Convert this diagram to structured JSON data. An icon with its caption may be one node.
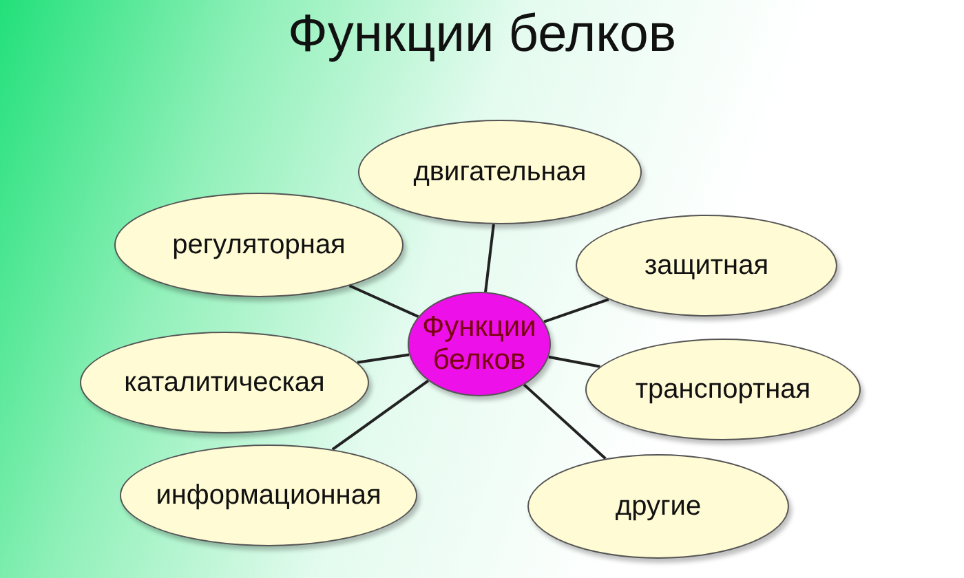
{
  "diagram": {
    "title": "Функции белков",
    "nodes": [
      {
        "text": [
          "Функции белков"
        ]
      },
      {
        "text": [
          "двигательная"
        ]
      },
      {
        "text": [
          "регуляторная"
        ]
      },
      {
        "text": [
          "защитная"
        ]
      },
      {
        "text": [
          "каталитическая"
        ]
      },
      {
        "text": [
          "транспортная"
        ]
      },
      {
        "text": [
          "информационная"
        ]
      },
      {
        "text": [
          "другие"
        ]
      }
    ],
    "edges": [
      {
        "from": 0,
        "to": 1,
        "arrow": "none"
      },
      {
        "from": 0,
        "to": 2,
        "arrow": "none"
      },
      {
        "from": 0,
        "to": 3,
        "arrow": "none"
      },
      {
        "from": 0,
        "to": 4,
        "arrow": "none"
      },
      {
        "from": 0,
        "to": 5,
        "arrow": "none"
      },
      {
        "from": 0,
        "to": 6,
        "arrow": "none"
      },
      {
        "from": 0,
        "to": 7,
        "arrow": "none"
      }
    ]
  }
}
